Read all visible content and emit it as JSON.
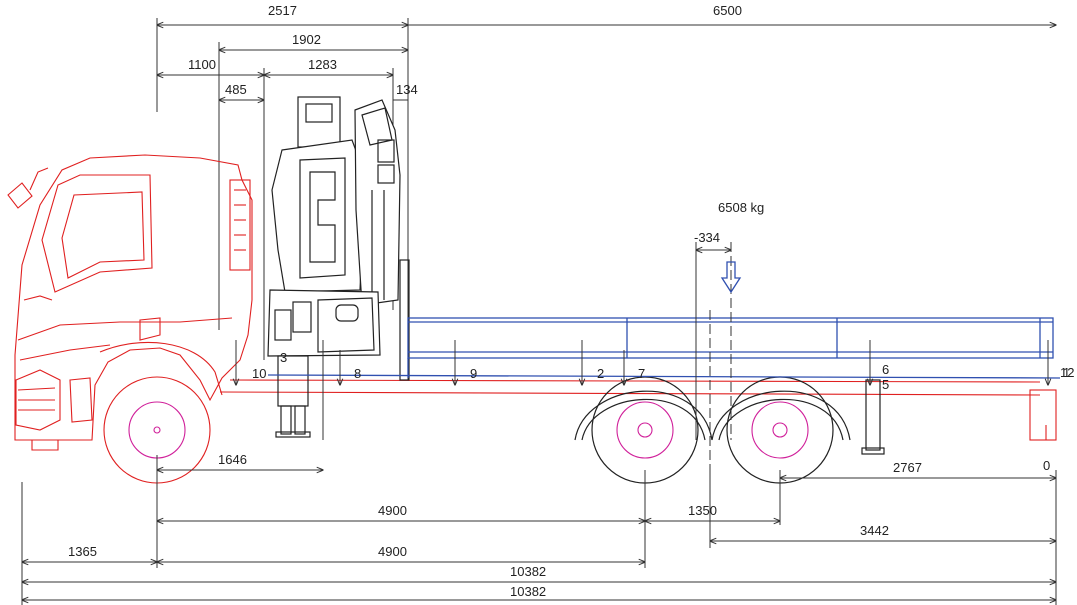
{
  "dimensions": {
    "top_2517": "2517",
    "top_6500": "6500",
    "top_1902": "1902",
    "top_1100": "1100",
    "top_1283": "1283",
    "top_485": "485",
    "top_134": "134",
    "load_kg": "6508 kg",
    "offset_334": "-334",
    "zone_10": "10",
    "zone_3": "3",
    "zone_8": "8",
    "zone_9": "9",
    "zone_2": "2",
    "zone_7": "7",
    "zone_6": "6",
    "zone_5": "5",
    "zone_12": "12",
    "zone_1": "1",
    "b_1646": "1646",
    "b_2767": "2767",
    "b_0": "0",
    "b_4900a": "4900",
    "b_1350": "1350",
    "b_3442": "3442",
    "b_1365": "1365",
    "b_4900b": "4900",
    "b_10382a": "10382",
    "b_10382b": "10382"
  }
}
